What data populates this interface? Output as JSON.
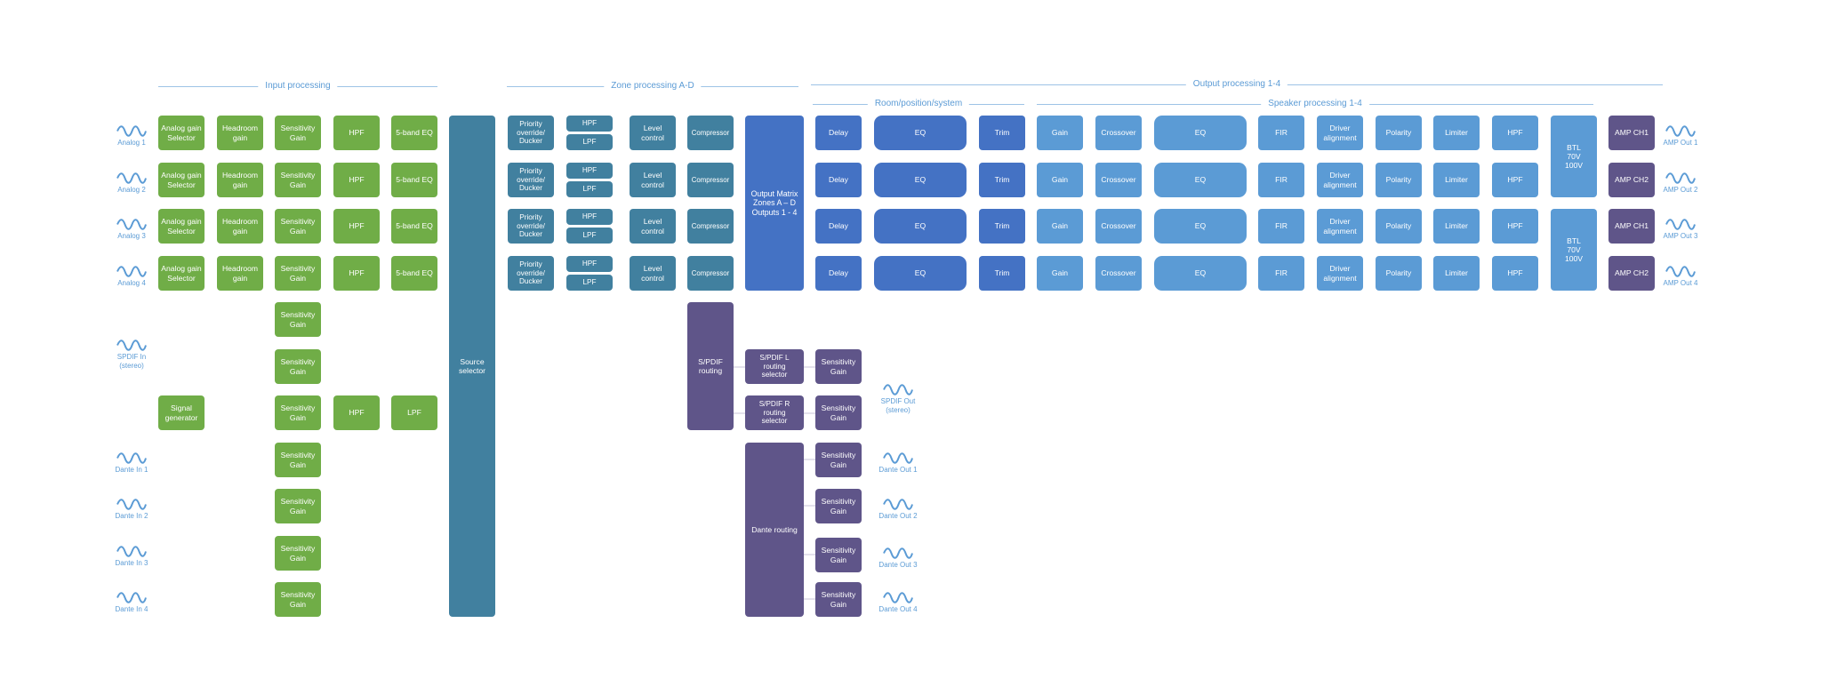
{
  "colors": {
    "green": "#70ad47",
    "teal": "#41809f",
    "blue_dark": "#4472c4",
    "blue_light": "#5b9bd5",
    "purple": "#5f5589",
    "line": "#9dc3e6",
    "label": "#5b9bd5"
  },
  "sections": {
    "input_processing": "Input processing",
    "zone_processing": "Zone processing A-D",
    "output_processing": "Output processing 1-4",
    "room_position_system": "Room/position/system",
    "speaker_processing": "Speaker processing 1-4"
  },
  "inputs": {
    "analog": [
      "Analog 1",
      "Analog 2",
      "Analog 3",
      "Analog 4"
    ],
    "spdif_in": "SPDIF In\n(stereo)",
    "dante": [
      "Dante In 1",
      "Dante In 2",
      "Dante In 3",
      "Dante In 4"
    ],
    "icon": "sine-wave-icon"
  },
  "input_blocks": {
    "analog_gain_selector": "Analog gain\nSelector",
    "headroom_gain": "Headroom\ngain",
    "sensitivity_gain": "Sensitivity\nGain",
    "hpf": "HPF",
    "five_band_eq": "5-band EQ",
    "signal_generator": "Signal\ngenerator",
    "lpf": "LPF"
  },
  "source_selector": "Source\nselector",
  "zone_blocks": {
    "priority": "Priority\noverride/\nDucker",
    "hpf": "HPF",
    "lpf": "LPF",
    "level_control": "Level\ncontrol",
    "compressor": "Compressor"
  },
  "output_matrix": "Output Matrix\nZones A – D\nOutputs 1 - 4",
  "output_blocks": {
    "delay": "Delay",
    "eq": "EQ",
    "trim": "Trim",
    "gain": "Gain",
    "crossover": "Crossover",
    "fir": "FIR",
    "driver_alignment": "Driver\nalignment",
    "polarity": "Polarity",
    "limiter": "Limiter",
    "hpf": "HPF",
    "btl": "BTL\n70V\n100V"
  },
  "amp_channels": [
    "AMP CH1",
    "AMP CH2",
    "AMP CH1",
    "AMP CH2"
  ],
  "amp_outputs": [
    "AMP Out 1",
    "AMP Out 2",
    "AMP Out 3",
    "AMP Out 4"
  ],
  "spdif_routing": "S/PDIF\nrouting",
  "spdif_l_selector": "S/PDIF L\nrouting\nselector",
  "spdif_r_selector": "S/PDIF R\nrouting\nselector",
  "spdif_out": "SPDIF Out\n(stereo)",
  "dante_routing": "Dante routing",
  "dante_out": [
    "Dante Out 1",
    "Dante Out 2",
    "Dante Out 3",
    "Dante Out 4"
  ]
}
